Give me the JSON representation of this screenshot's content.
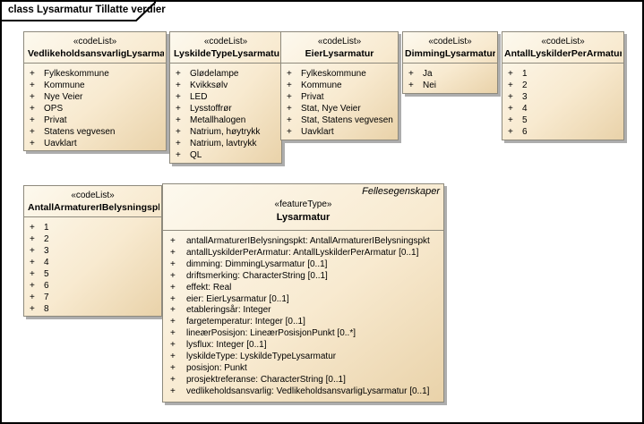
{
  "frame": {
    "title": "class Lysarmatur Tillatte verdier"
  },
  "visibility_marker": "+",
  "boxes": [
    {
      "stereotype": "«codeList»",
      "name": "VedlikeholdsansvarligLysarmatur",
      "items": [
        "Fylkeskommune",
        "Kommune",
        "Nye Veier",
        "OPS",
        "Privat",
        "Statens vegvesen",
        "Uavklart"
      ]
    },
    {
      "stereotype": "«codeList»",
      "name": "LyskildeTypeLysarmatur",
      "items": [
        "Glødelampe",
        "Kvikksølv",
        "LED",
        "Lysstoffrør",
        "Metallhalogen",
        "Natrium, høytrykk",
        "Natrium, lavtrykk",
        "QL"
      ]
    },
    {
      "stereotype": "«codeList»",
      "name": "EierLysarmatur",
      "items": [
        "Fylkeskommune",
        "Kommune",
        "Privat",
        "Stat, Nye Veier",
        "Stat, Statens vegvesen",
        "Uavklart"
      ]
    },
    {
      "stereotype": "«codeList»",
      "name": "DimmingLysarmatur",
      "items": [
        "Ja",
        "Nei"
      ]
    },
    {
      "stereotype": "«codeList»",
      "name": "AntallLyskilderPerArmatur",
      "items": [
        "1",
        "2",
        "3",
        "4",
        "5",
        "6"
      ]
    },
    {
      "stereotype": "«codeList»",
      "name": "AntallArmaturerIBelysningspkt",
      "items": [
        "1",
        "2",
        "3",
        "4",
        "5",
        "6",
        "7",
        "8"
      ]
    }
  ],
  "feature_box": {
    "corner_label": "Fellesegenskaper",
    "stereotype": "«featureType»",
    "name": "Lysarmatur",
    "attributes": [
      "antallArmaturerIBelysningspkt: AntallArmaturerIBelysningspkt",
      "antallLyskilderPerArmatur: AntallLyskilderPerArmatur [0..1]",
      "dimming: DimmingLysarmatur [0..1]",
      "driftsmerking: CharacterString [0..1]",
      "effekt: Real",
      "eier: EierLysarmatur [0..1]",
      "etableringsår: Integer",
      "fargetemperatur: Integer [0..1]",
      "lineærPosisjon: LineærPosisjonPunkt [0..*]",
      "lysflux: Integer [0..1]",
      "lyskildeType: LyskildeTypeLysarmatur",
      "posisjon: Punkt",
      "prosjektreferanse: CharacterString [0..1]",
      "vedlikeholdsansvarlig: VedlikeholdsansvarligLysarmatur [0..1]"
    ]
  },
  "colors": {
    "element_fill_top": "#FDF9EE",
    "element_fill_bottom": "#E9D2A9",
    "element_border": "#8E8A7D",
    "element_shadow": "#ADADAD",
    "frame_border": "#000000",
    "text": "#000000"
  }
}
